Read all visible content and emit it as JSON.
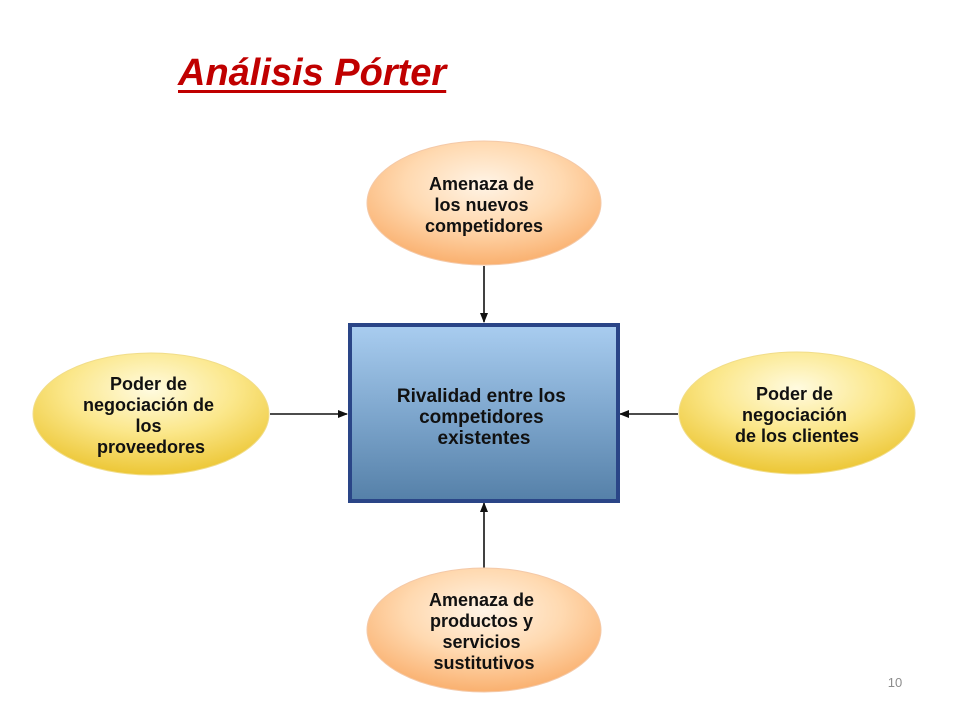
{
  "title": "Análisis Pórter",
  "diagram": {
    "center": [
      "Rivalidad entre los",
      "competidores",
      "existentes"
    ],
    "top": [
      "Amenaza de",
      "los nuevos",
      "competidores"
    ],
    "left": [
      "Poder de",
      "negociación de",
      "los",
      "proveedores"
    ],
    "right": [
      "Poder de",
      "negociación",
      "de los clientes"
    ],
    "bottom": [
      "Amenaza de",
      "productos y",
      "servicios",
      "sustitutivos"
    ]
  },
  "page_number": "10",
  "colors": {
    "title": "#c00000",
    "peach_light": "#fff1e0",
    "peach_dark": "#f8a35a",
    "yellow_light": "#fffbe0",
    "yellow_dark": "#e8bd1c",
    "box_top": "#a9cdf0",
    "box_bottom": "#5580a8",
    "box_border": "#2a4587",
    "arrow": "#111111"
  }
}
